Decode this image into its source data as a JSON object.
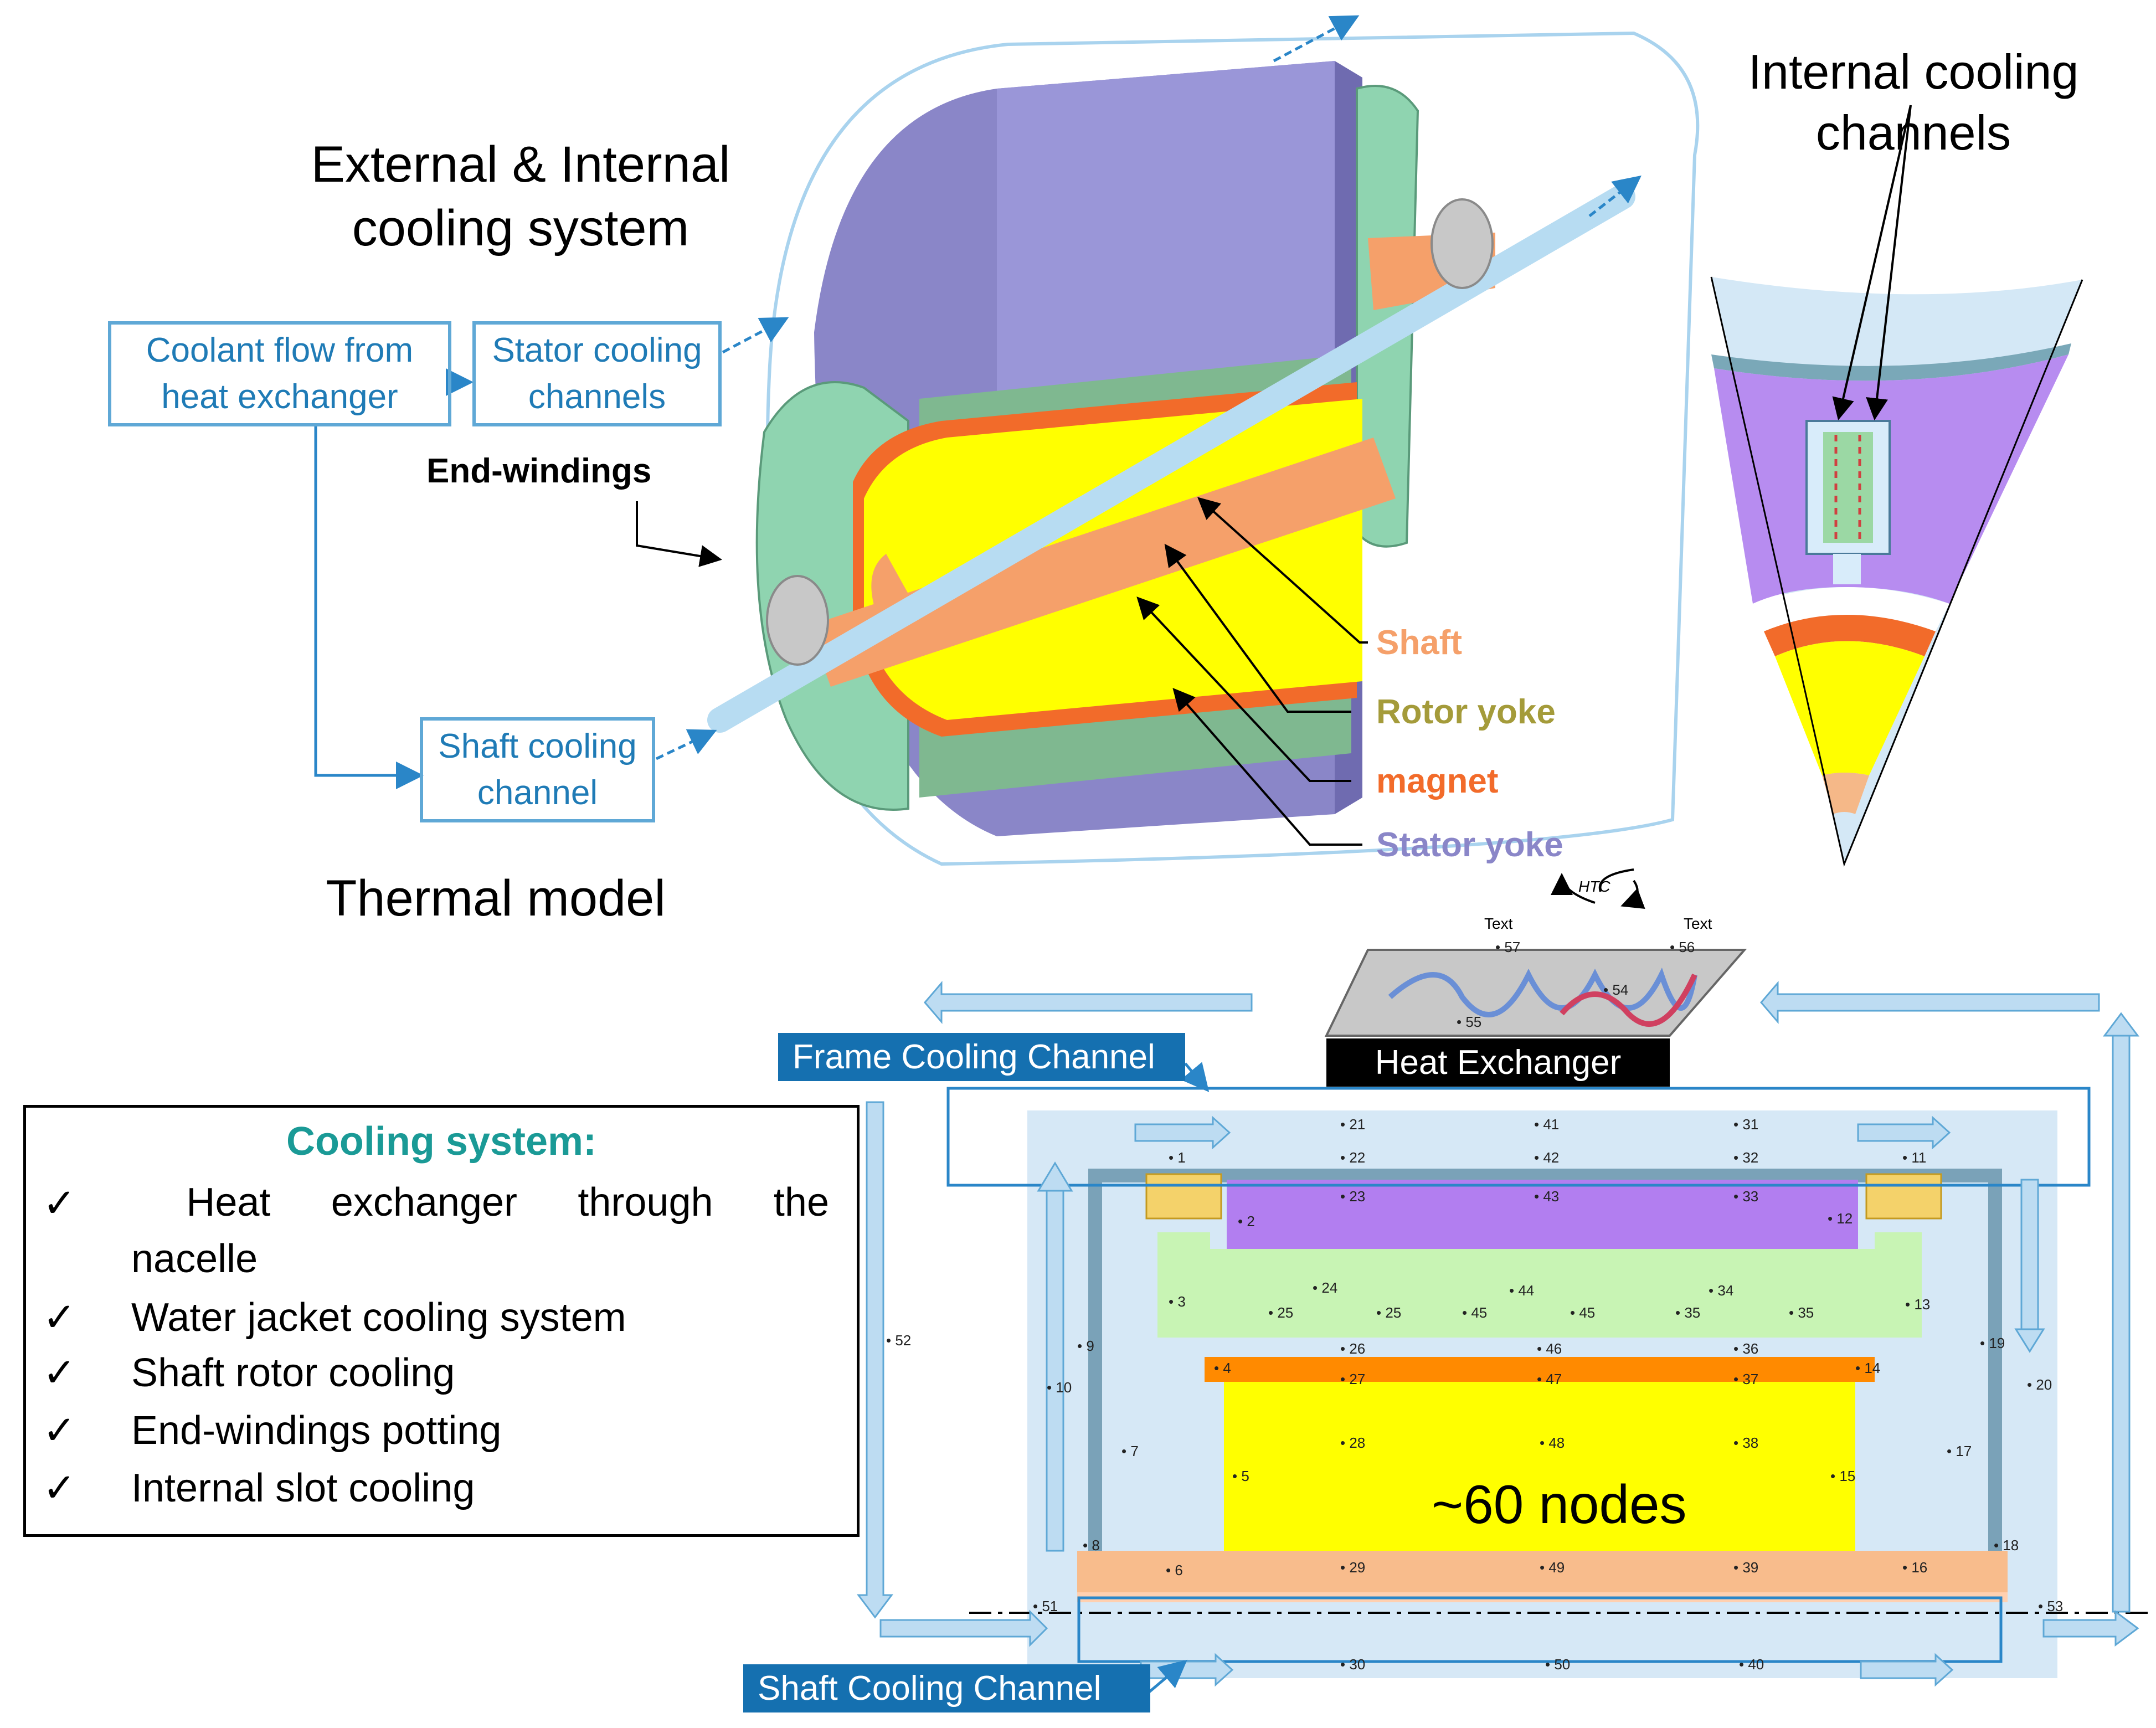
{
  "top": {
    "title_left": [
      "External & Internal",
      "cooling system"
    ],
    "coolant_box": [
      "Coolant flow from",
      "heat exchanger"
    ],
    "stator_box": [
      "Stator  cooling",
      "channels"
    ],
    "shaft_box": [
      "Shaft cooling",
      "channel"
    ],
    "end_windings": "End-windings",
    "thermal_model": "Thermal model",
    "internal_title": [
      "Internal cooling",
      "channels"
    ],
    "legend": {
      "shaft": "Shaft",
      "rotor_yoke": "Rotor yoke",
      "magnet": "magnet",
      "stator_yoke": "Stator yoke"
    }
  },
  "colors": {
    "shaft": "#f5a06a",
    "rotor_yoke": "#a49b3a",
    "magnet": "#f26b2a",
    "stator_yoke": "#8a86c8",
    "blue_text": "#1f7bb6",
    "teal": "#1a9a96"
  },
  "cooling_system": {
    "heading": "Cooling system:",
    "items": [
      [
        "Heat",
        "exchanger",
        "through",
        "the"
      ],
      "nacelle",
      "Water jacket cooling system",
      "Shaft rotor cooling",
      "End-windings potting",
      "Internal slot cooling"
    ]
  },
  "bottom": {
    "heat_exchanger": "Heat  Exchanger",
    "frame_channel": "Frame  Cooling Channel",
    "shaft_channel": "Shaft  Cooling Channel",
    "htc": "HTC",
    "text_left": "Text",
    "text_right": "Text",
    "nodes_label": "~60 nodes",
    "nodes": [
      "1",
      "2",
      "3",
      "4",
      "5",
      "6",
      "7",
      "8",
      "9",
      "10",
      "11",
      "12",
      "13",
      "14",
      "15",
      "16",
      "17",
      "18",
      "19",
      "20",
      "21",
      "22",
      "23",
      "24",
      "25",
      "25",
      "26",
      "27",
      "28",
      "29",
      "30",
      "31",
      "32",
      "33",
      "34",
      "35",
      "35",
      "36",
      "37",
      "38",
      "39",
      "40",
      "41",
      "42",
      "43",
      "44",
      "45",
      "45",
      "46",
      "47",
      "48",
      "49",
      "50",
      "51",
      "52",
      "53",
      "54",
      "55",
      "56",
      "57"
    ]
  }
}
